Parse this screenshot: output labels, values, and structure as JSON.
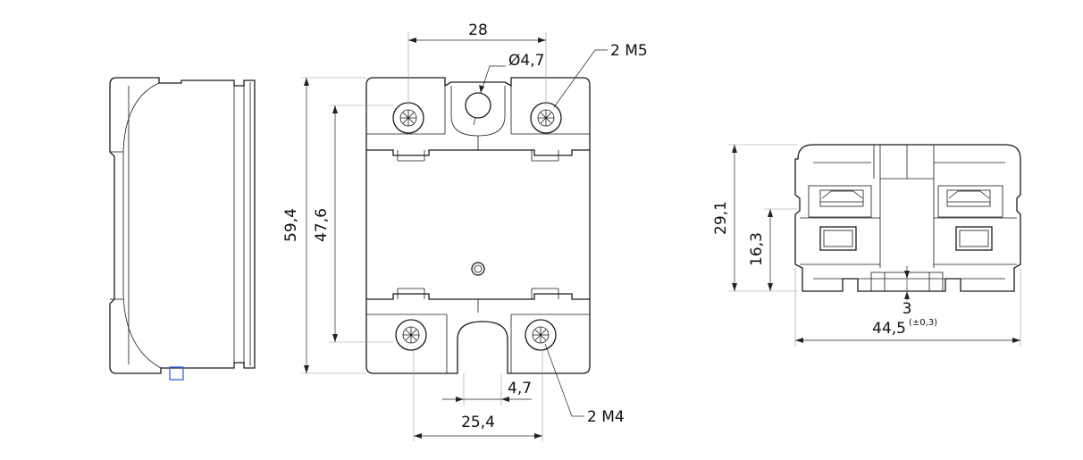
{
  "dimensions": {
    "top_width": "28",
    "hole_diameter": "Ø4,7",
    "top_screws": "2 M5",
    "overall_height": "59,4",
    "screw_pitch": "47,6",
    "slot_width": "4,7",
    "bottom_pitch": "25,4",
    "bottom_screws": "2 M4",
    "side_height": "29,1",
    "side_inner_height": "16,3",
    "side_gap": "3",
    "side_width": "44,5",
    "side_width_tolerance": "(±0,3)"
  },
  "colors": {
    "line": "#1a1a1a",
    "selection": "#3a6cf0"
  }
}
